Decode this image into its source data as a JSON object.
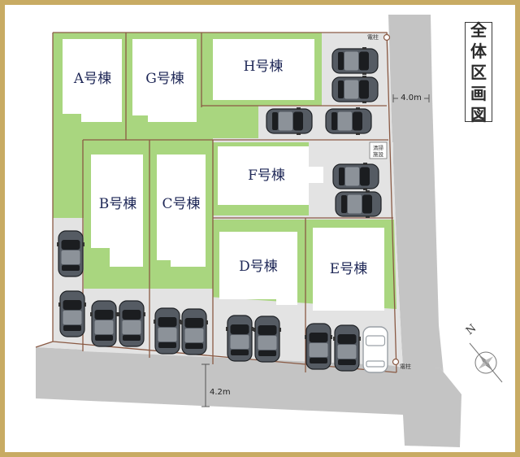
{
  "title_chars": [
    "全",
    "体",
    "区",
    "画",
    "図"
  ],
  "buildings": {
    "A": "A号棟",
    "G": "G号棟",
    "H": "H号棟",
    "B": "B号棟",
    "C": "C号棟",
    "F": "F号棟",
    "D": "D号棟",
    "E": "E号棟"
  },
  "road_widths": {
    "east": "4.0m",
    "south": "4.2m"
  },
  "labels": {
    "pole_top": "電柱",
    "pole_bottom": "電柱",
    "garbage_line1": "清掃",
    "garbage_line2": "施設",
    "north": "N"
  },
  "colors": {
    "frame_gold": "#c8ab63",
    "lawn": "#a9d67f",
    "pavement": "#e3e3e3",
    "road": "#c4c4c4",
    "building": "#ffffff",
    "label_navy": "#1f2857",
    "lot_line": "#8a5a44"
  }
}
